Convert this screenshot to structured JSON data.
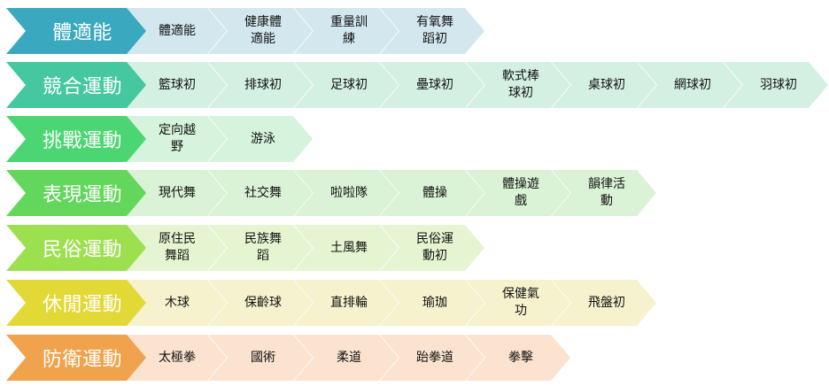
{
  "rows": [
    {
      "key": "fitness",
      "head": "體適能",
      "head_color": "#3aa9bf",
      "item_color": "#d3e8ee",
      "items": [
        "體適能",
        "健康體適能",
        "重量訓練",
        "有氧舞蹈初"
      ]
    },
    {
      "key": "competition",
      "head": "競合運動",
      "head_color": "#45c7a0",
      "item_color": "#d4f0e3",
      "items": [
        "籃球初",
        "排球初",
        "足球初",
        "壘球初",
        "軟式棒球初",
        "桌球初",
        "網球初",
        "羽球初"
      ]
    },
    {
      "key": "challenge",
      "head": "挑戰運動",
      "head_color": "#4cd673",
      "item_color": "#d6f3dd",
      "items": [
        "定向越野",
        "游泳"
      ]
    },
    {
      "key": "performance",
      "head": "表現運動",
      "head_color": "#63d65c",
      "item_color": "#daf2d5",
      "items": [
        "現代舞",
        "社交舞",
        "啦啦隊",
        "體操",
        "體操遊戲",
        "韻律活動"
      ]
    },
    {
      "key": "folk",
      "head": "民俗運動",
      "head_color": "#9de04f",
      "item_color": "#e6f5d1",
      "items": [
        "原住民舞蹈",
        "民族舞蹈",
        "土風舞",
        "民俗運動初"
      ]
    },
    {
      "key": "leisure",
      "head": "休閒運動",
      "head_color": "#e3d936",
      "item_color": "#f5f2cd",
      "items": [
        "木球",
        "保齡球",
        "直排輪",
        "瑜珈",
        "保健氣功",
        "飛盤初"
      ]
    },
    {
      "key": "defense",
      "head": "防衛運動",
      "head_color": "#f0a24d",
      "item_color": "#fbe3cf",
      "items": [
        "太極拳",
        "國術",
        "柔道",
        "跆拳道",
        "拳擊"
      ]
    }
  ]
}
